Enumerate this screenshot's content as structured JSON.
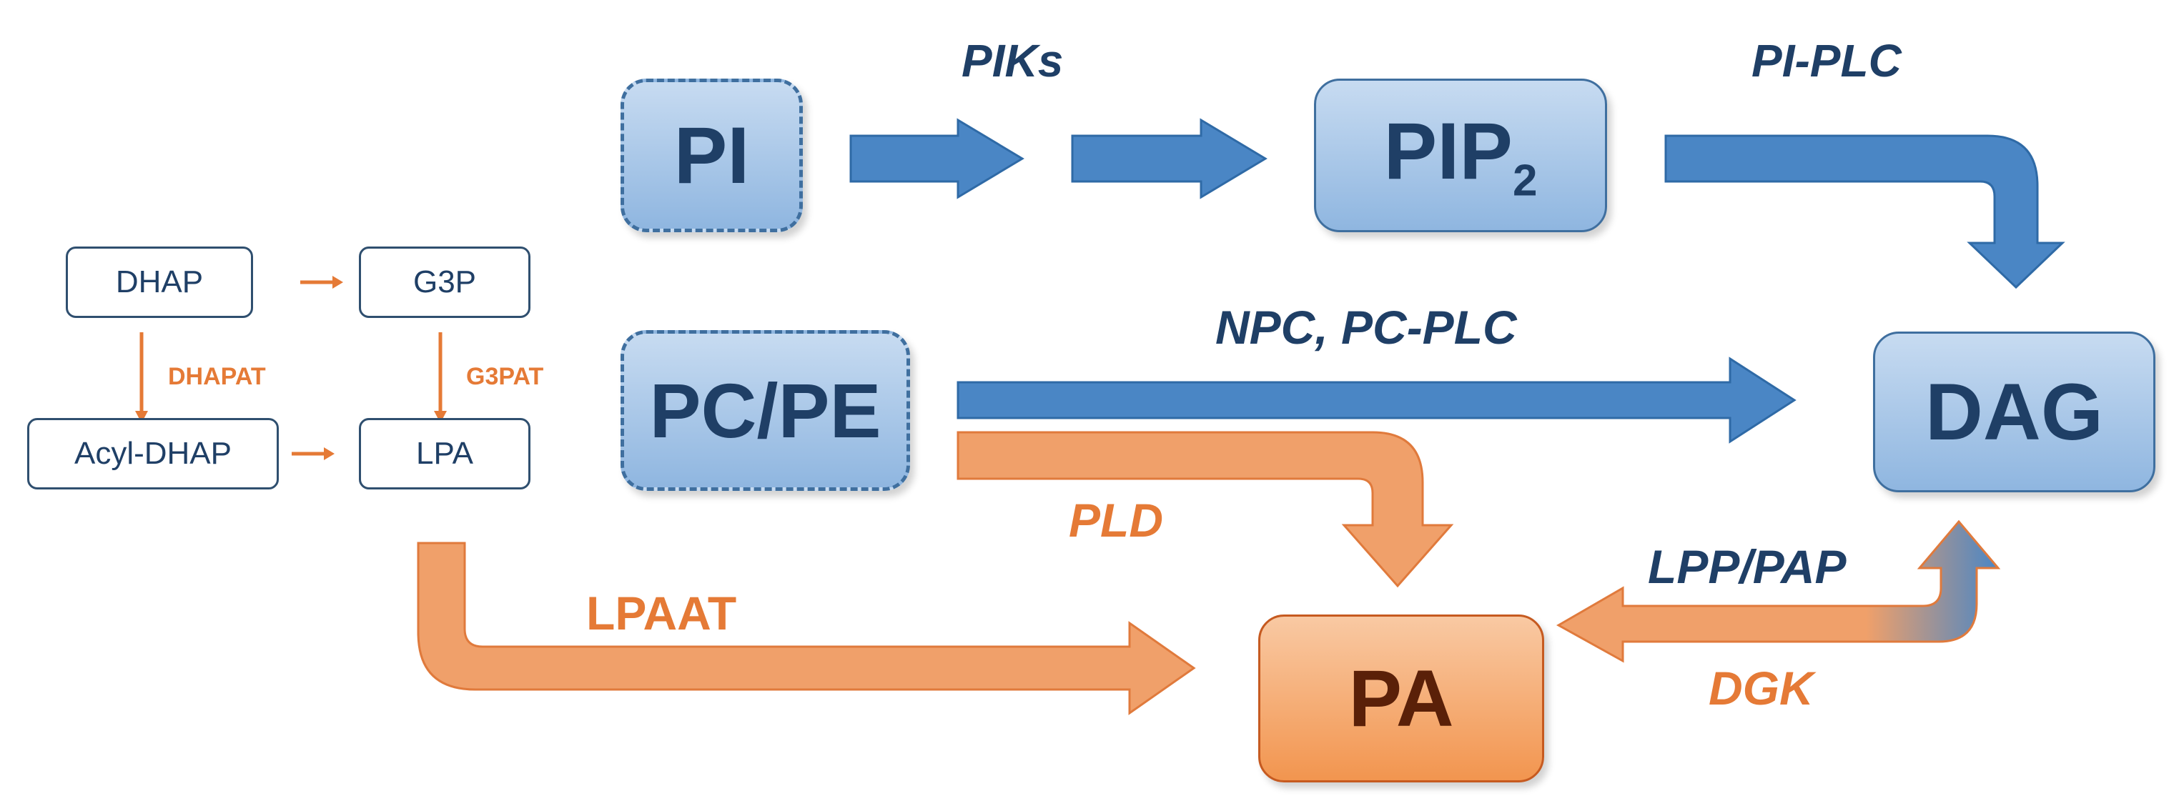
{
  "nodes": {
    "pi": "PI",
    "pip2_base": "PIP",
    "pip2_sub": "2",
    "pcpe": "PC/PE",
    "dag": "DAG",
    "pa": "PA",
    "dhap": "DHAP",
    "g3p": "G3P",
    "acyl_dhap": "Acyl-DHAP",
    "lpa": "LPA"
  },
  "enzymes": {
    "piks": "PIKs",
    "pi_plc": "PI-PLC",
    "npc_pcplc": "NPC, PC-PLC",
    "pld": "PLD",
    "lpaat": "LPAAT",
    "lpp_pap": "LPP/PAP",
    "dgk": "DGK",
    "dhapat": "DHAPAT",
    "g3pat": "G3PAT"
  },
  "colors": {
    "blue_arrow": "#4a86c5",
    "blue_dark": "#1f3f66",
    "orange_arrow": "#f0a06a",
    "orange_text": "#e57a36"
  }
}
